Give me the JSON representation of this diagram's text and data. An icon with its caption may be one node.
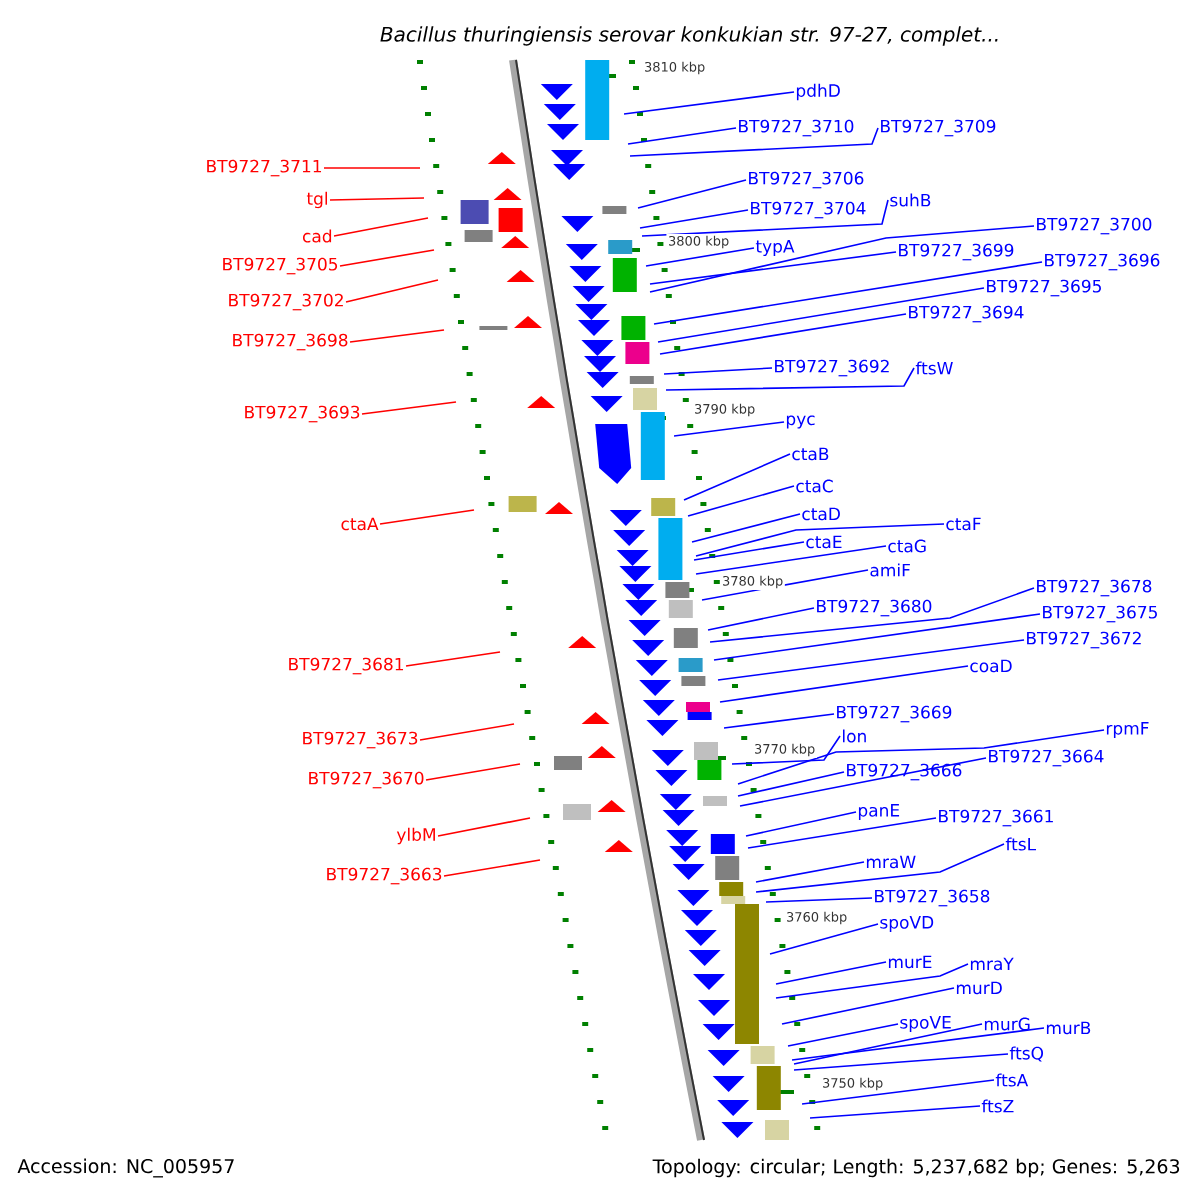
{
  "diagram": {
    "title": "Bacillus thuringiensis serovar konkukian str. 97-27, complet...",
    "nodes": [
      {
        "text": [
          "BT9727_3711"
        ]
      },
      {
        "text": [
          "tgl"
        ]
      },
      {
        "text": [
          "cad"
        ]
      },
      {
        "text": [
          "BT9727_3705"
        ]
      },
      {
        "text": [
          "BT9727_3702"
        ]
      },
      {
        "text": [
          "BT9727_3698"
        ]
      },
      {
        "text": [
          "BT9727_3693"
        ]
      },
      {
        "text": [
          "ctaA"
        ]
      },
      {
        "text": [
          "BT9727_3681"
        ]
      },
      {
        "text": [
          "BT9727_3673"
        ]
      },
      {
        "text": [
          "BT9727_3670"
        ]
      },
      {
        "text": [
          "ylbM"
        ]
      },
      {
        "text": [
          "BT9727_3663"
        ]
      },
      {
        "text": [
          "pdhD"
        ]
      },
      {
        "text": [
          "BT9727_3710"
        ]
      },
      {
        "text": [
          "BT9727_3709"
        ]
      },
      {
        "text": [
          "BT9727_3706"
        ]
      },
      {
        "text": [
          "BT9727_3704"
        ]
      },
      {
        "text": [
          "suhB"
        ]
      },
      {
        "text": [
          "typA"
        ]
      },
      {
        "text": [
          "BT9727_3700"
        ]
      },
      {
        "text": [
          "BT9727_3699"
        ]
      },
      {
        "text": [
          "BT9727_3696"
        ]
      },
      {
        "text": [
          "BT9727_3695"
        ]
      },
      {
        "text": [
          "BT9727_3694"
        ]
      },
      {
        "text": [
          "BT9727_3692"
        ]
      },
      {
        "text": [
          "ftsW"
        ]
      },
      {
        "text": [
          "pyc"
        ]
      },
      {
        "text": [
          "ctaB"
        ]
      },
      {
        "text": [
          "ctaC"
        ]
      },
      {
        "text": [
          "ctaD"
        ]
      },
      {
        "text": [
          "ctaE"
        ]
      },
      {
        "text": [
          "ctaF"
        ]
      },
      {
        "text": [
          "ctaG"
        ]
      },
      {
        "text": [
          "amiF"
        ]
      },
      {
        "text": [
          "BT9727_3680"
        ]
      },
      {
        "text": [
          "BT9727_3678"
        ]
      },
      {
        "text": [
          "BT9727_3675"
        ]
      },
      {
        "text": [
          "BT9727_3672"
        ]
      },
      {
        "text": [
          "coaD"
        ]
      },
      {
        "text": [
          "BT9727_3669"
        ]
      },
      {
        "text": [
          "lon"
        ]
      },
      {
        "text": [
          "rpmF"
        ]
      },
      {
        "text": [
          "BT9727_3666"
        ]
      },
      {
        "text": [
          "BT9727_3664"
        ]
      },
      {
        "text": [
          "panE"
        ]
      },
      {
        "text": [
          "BT9727_3661"
        ]
      },
      {
        "text": [
          "ftsL"
        ]
      },
      {
        "text": [
          "mraW"
        ]
      },
      {
        "text": [
          "BT9727_3658"
        ]
      },
      {
        "text": [
          "spoVD"
        ]
      },
      {
        "text": [
          "murE"
        ]
      },
      {
        "text": [
          "mraY"
        ]
      },
      {
        "text": [
          "murD"
        ]
      },
      {
        "text": [
          "spoVE"
        ]
      },
      {
        "text": [
          "murG"
        ]
      },
      {
        "text": [
          "murB"
        ]
      },
      {
        "text": [
          "ftsQ"
        ]
      },
      {
        "text": [
          "ftsA"
        ]
      },
      {
        "text": [
          "ftsZ"
        ]
      }
    ],
    "edges": [
      {
        "from": 0,
        "to": null,
        "arrow": "none",
        "color": "#ff0000"
      },
      {
        "from": 1,
        "to": null,
        "arrow": "none",
        "color": "#ff0000"
      },
      {
        "from": 2,
        "to": null,
        "arrow": "none",
        "color": "#ff0000"
      },
      {
        "from": 3,
        "to": null,
        "arrow": "none",
        "color": "#ff0000"
      },
      {
        "from": 4,
        "to": null,
        "arrow": "none",
        "color": "#ff0000"
      },
      {
        "from": 5,
        "to": null,
        "arrow": "none",
        "color": "#ff0000"
      },
      {
        "from": 6,
        "to": null,
        "arrow": "none",
        "color": "#ff0000"
      },
      {
        "from": 7,
        "to": null,
        "arrow": "none",
        "color": "#ff0000"
      },
      {
        "from": 8,
        "to": null,
        "arrow": "none",
        "color": "#ff0000"
      },
      {
        "from": 9,
        "to": null,
        "arrow": "none",
        "color": "#ff0000"
      },
      {
        "from": 10,
        "to": null,
        "arrow": "none",
        "color": "#ff0000"
      },
      {
        "from": 11,
        "to": null,
        "arrow": "none",
        "color": "#ff0000"
      },
      {
        "from": 12,
        "to": null,
        "arrow": "none",
        "color": "#ff0000"
      },
      {
        "from": 13,
        "to": null,
        "arrow": "none"
      },
      {
        "from": 14,
        "to": null,
        "arrow": "none"
      },
      {
        "from": 15,
        "to": null,
        "arrow": "none"
      },
      {
        "from": 16,
        "to": null,
        "arrow": "none"
      },
      {
        "from": 17,
        "to": null,
        "arrow": "none"
      },
      {
        "from": 18,
        "to": null,
        "arrow": "none"
      },
      {
        "from": 19,
        "to": null,
        "arrow": "none"
      },
      {
        "from": 20,
        "to": null,
        "arrow": "none"
      },
      {
        "from": 21,
        "to": null,
        "arrow": "none"
      },
      {
        "from": 22,
        "to": null,
        "arrow": "none"
      },
      {
        "from": 23,
        "to": null,
        "arrow": "none"
      },
      {
        "from": 24,
        "to": null,
        "arrow": "none"
      },
      {
        "from": 25,
        "to": null,
        "arrow": "none"
      },
      {
        "from": 26,
        "to": null,
        "arrow": "none"
      },
      {
        "from": 27,
        "to": null,
        "arrow": "none"
      },
      {
        "from": 28,
        "to": null,
        "arrow": "none"
      },
      {
        "from": 29,
        "to": null,
        "arrow": "none"
      },
      {
        "from": 30,
        "to": null,
        "arrow": "none"
      },
      {
        "from": 31,
        "to": null,
        "arrow": "none"
      },
      {
        "from": 32,
        "to": null,
        "arrow": "none"
      },
      {
        "from": 33,
        "to": null,
        "arrow": "none"
      },
      {
        "from": 34,
        "to": null,
        "arrow": "none"
      },
      {
        "from": 35,
        "to": null,
        "arrow": "none"
      },
      {
        "from": 36,
        "to": null,
        "arrow": "none"
      },
      {
        "from": 37,
        "to": null,
        "arrow": "none"
      },
      {
        "from": 38,
        "to": null,
        "arrow": "none"
      },
      {
        "from": 39,
        "to": null,
        "arrow": "none"
      },
      {
        "from": 40,
        "to": null,
        "arrow": "none"
      },
      {
        "from": 41,
        "to": null,
        "arrow": "none"
      },
      {
        "from": 42,
        "to": null,
        "arrow": "none"
      },
      {
        "from": 43,
        "to": null,
        "arrow": "none"
      },
      {
        "from": 44,
        "to": null,
        "arrow": "none"
      },
      {
        "from": 45,
        "to": null,
        "arrow": "none"
      },
      {
        "from": 46,
        "to": null,
        "arrow": "none"
      },
      {
        "from": 47,
        "to": null,
        "arrow": "none"
      },
      {
        "from": 48,
        "to": null,
        "arrow": "none"
      },
      {
        "from": 49,
        "to": null,
        "arrow": "none"
      },
      {
        "from": 50,
        "to": null,
        "arrow": "none"
      },
      {
        "from": 51,
        "to": null,
        "arrow": "none"
      },
      {
        "from": 52,
        "to": null,
        "arrow": "none"
      },
      {
        "from": 53,
        "to": null,
        "arrow": "none"
      },
      {
        "from": 54,
        "to": null,
        "arrow": "none"
      },
      {
        "from": 55,
        "to": null,
        "arrow": "none"
      },
      {
        "from": 56,
        "to": null,
        "arrow": "none"
      },
      {
        "from": 57,
        "to": null,
        "arrow": "none"
      },
      {
        "from": 58,
        "to": null,
        "arrow": "none"
      },
      {
        "from": 59,
        "to": null,
        "arrow": "none"
      }
    ],
    "labels": [
      "3810 kbp",
      "3800 kbp",
      "3790 kbp",
      "3780 kbp",
      "3770 kbp",
      "3760 kbp",
      "3750 kbp",
      "Accession: NC_005957",
      "Topology: circular; Length: 5,237,682 bp; Genes: 5,263"
    ]
  }
}
